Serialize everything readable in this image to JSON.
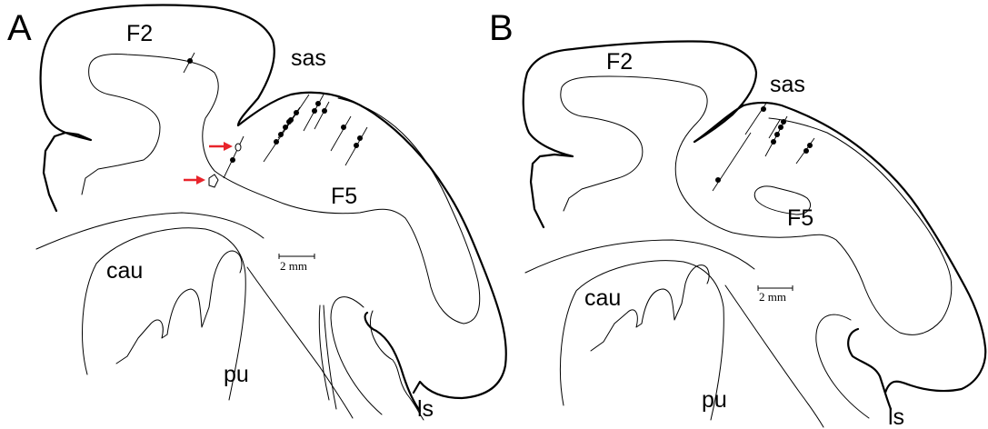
{
  "panels": [
    {
      "letter": "A",
      "labels": {
        "f2": "F2",
        "sas": "sas",
        "f5": "F5",
        "cau": "cau",
        "pu": "pu",
        "ls": "ls"
      },
      "scale_bar": "2 mm"
    },
    {
      "letter": "B",
      "labels": {
        "f2": "F2",
        "sas": "sas",
        "f5": "F5",
        "cau": "cau",
        "pu": "pu",
        "ls": "ls"
      },
      "scale_bar": "2 mm"
    }
  ],
  "colors": {
    "line": "#000000",
    "arrow": "#e8242b",
    "background": "#ffffff"
  }
}
